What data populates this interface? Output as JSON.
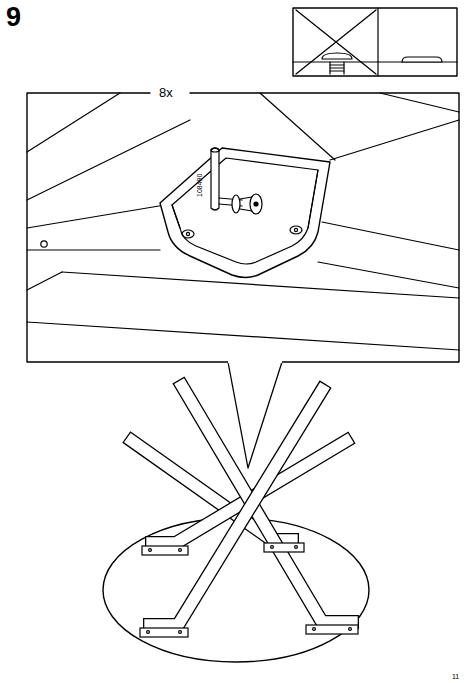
{
  "diagram": {
    "labels": [
      "9",
      "8x",
      "108490",
      "11"
    ]
  }
}
